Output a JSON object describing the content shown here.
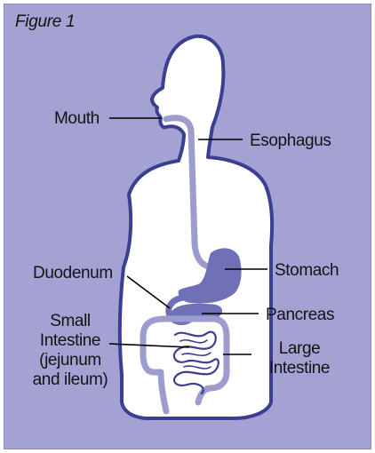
{
  "figure": {
    "title": "Figure 1",
    "colors": {
      "background": "#a3a2d2",
      "body_fill": "#ffffff",
      "outline": "#3b3f93",
      "tract": "#9d9ccf",
      "organ": "#6f70b7",
      "leader": "#000000"
    }
  },
  "labels": {
    "mouth": "Mouth",
    "esophagus": "Esophagus",
    "duodenum": "Duodenum",
    "stomach": "Stomach",
    "pancreas": "Pancreas",
    "small_intestine": {
      "line1": "Small",
      "line2": "Intestine",
      "line3": "(jejunum",
      "line4": "and ileum)"
    },
    "large_intestine": {
      "line1": "Large",
      "line2": "Intestine"
    }
  }
}
